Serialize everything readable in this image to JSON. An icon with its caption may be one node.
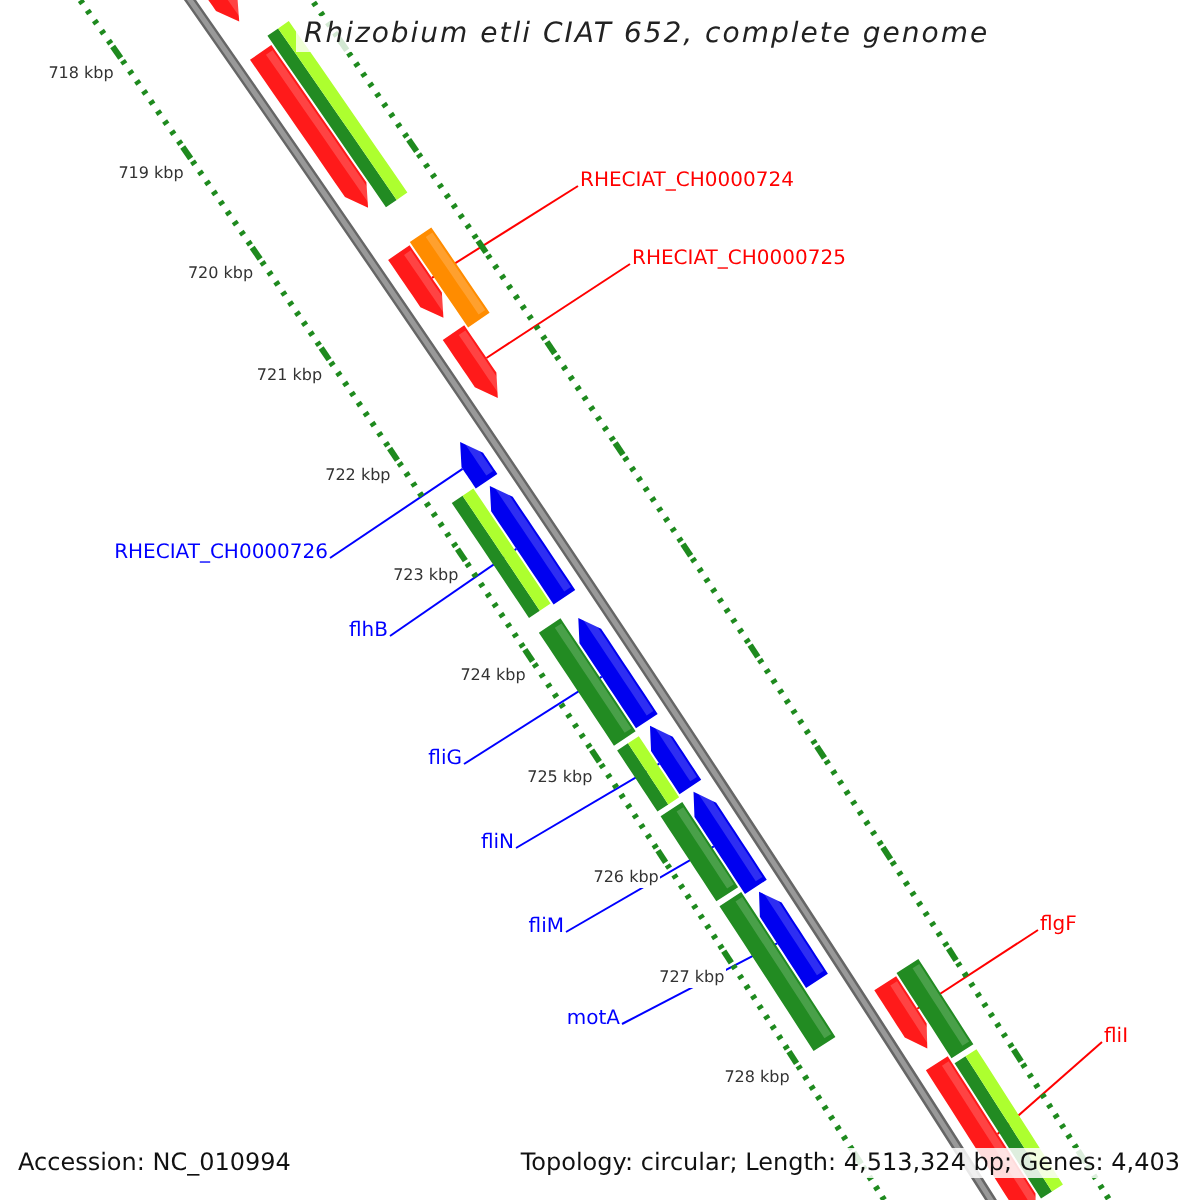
{
  "diagram": {
    "title": "Rhizobium etli CIAT 652, complete genome",
    "nodes": [
      {
        "text": [
          "RHECIAT_CH0000724"
        ]
      },
      {
        "text": [
          "RHECIAT_CH0000725"
        ]
      },
      {
        "text": [
          "RHECIAT_CH0000726"
        ]
      },
      {
        "text": [
          "flhB"
        ]
      },
      {
        "text": [
          "fliG"
        ]
      },
      {
        "text": [
          "fliN"
        ]
      },
      {
        "text": [
          "fliM"
        ]
      },
      {
        "text": [
          "motA"
        ]
      },
      {
        "text": [
          "flgF"
        ]
      },
      {
        "text": [
          "fliI"
        ]
      },
      {
        "text": [],
        "shape": "bar"
      },
      {
        "text": [],
        "shape": "bar"
      },
      {
        "text": [],
        "shape": "bar"
      },
      {
        "text": [],
        "shape": "bar"
      },
      {
        "text": [],
        "shape": "bar"
      },
      {
        "text": [],
        "shape": "bar"
      },
      {
        "text": [],
        "shape": "bar"
      },
      {
        "text": [],
        "shape": "bar"
      },
      {
        "text": [],
        "shape": "bar"
      },
      {
        "text": [],
        "shape": "bar"
      },
      {
        "text": [],
        "shape": "bar"
      },
      {
        "text": [],
        "shape": "bar"
      },
      {
        "text": [],
        "shape": "box"
      },
      {
        "text": [],
        "shape": "box"
      },
      {
        "text": [],
        "shape": "box"
      },
      {
        "text": [],
        "shape": "box"
      },
      {
        "text": [],
        "shape": "box"
      },
      {
        "text": [],
        "shape": "box"
      },
      {
        "text": [],
        "shape": "box"
      },
      {
        "text": [],
        "shape": "box"
      },
      {
        "text": [],
        "shape": "box"
      }
    ],
    "edges": [
      {
        "from": 0,
        "to": 10,
        "arrow": "none",
        "color": "#ff0000"
      },
      {
        "from": 1,
        "to": 11,
        "arrow": "none",
        "color": "#ff0000"
      },
      {
        "from": 2,
        "to": 12,
        "arrow": "none"
      },
      {
        "from": 3,
        "to": 13,
        "arrow": "none"
      },
      {
        "from": 4,
        "to": 14,
        "arrow": "none"
      },
      {
        "from": 5,
        "to": 15,
        "arrow": "none"
      },
      {
        "from": 6,
        "to": 16,
        "arrow": "none"
      },
      {
        "from": 7,
        "to": 17,
        "arrow": "none"
      },
      {
        "from": 8,
        "to": 18,
        "arrow": "none",
        "color": "#ff0000"
      },
      {
        "from": 9,
        "to": 19,
        "arrow": "none",
        "color": "#ff0000"
      }
    ],
    "labels": [
      "718 kbp",
      "719 kbp",
      "720 kbp",
      "721 kbp",
      "722 kbp",
      "723 kbp",
      "724 kbp",
      "725 kbp",
      "726 kbp",
      "727 kbp",
      "728 kbp",
      "Accession: NC_010994",
      "Topology: circular; Length: 4,513,324 bp; Genes: 4,403"
    ]
  }
}
